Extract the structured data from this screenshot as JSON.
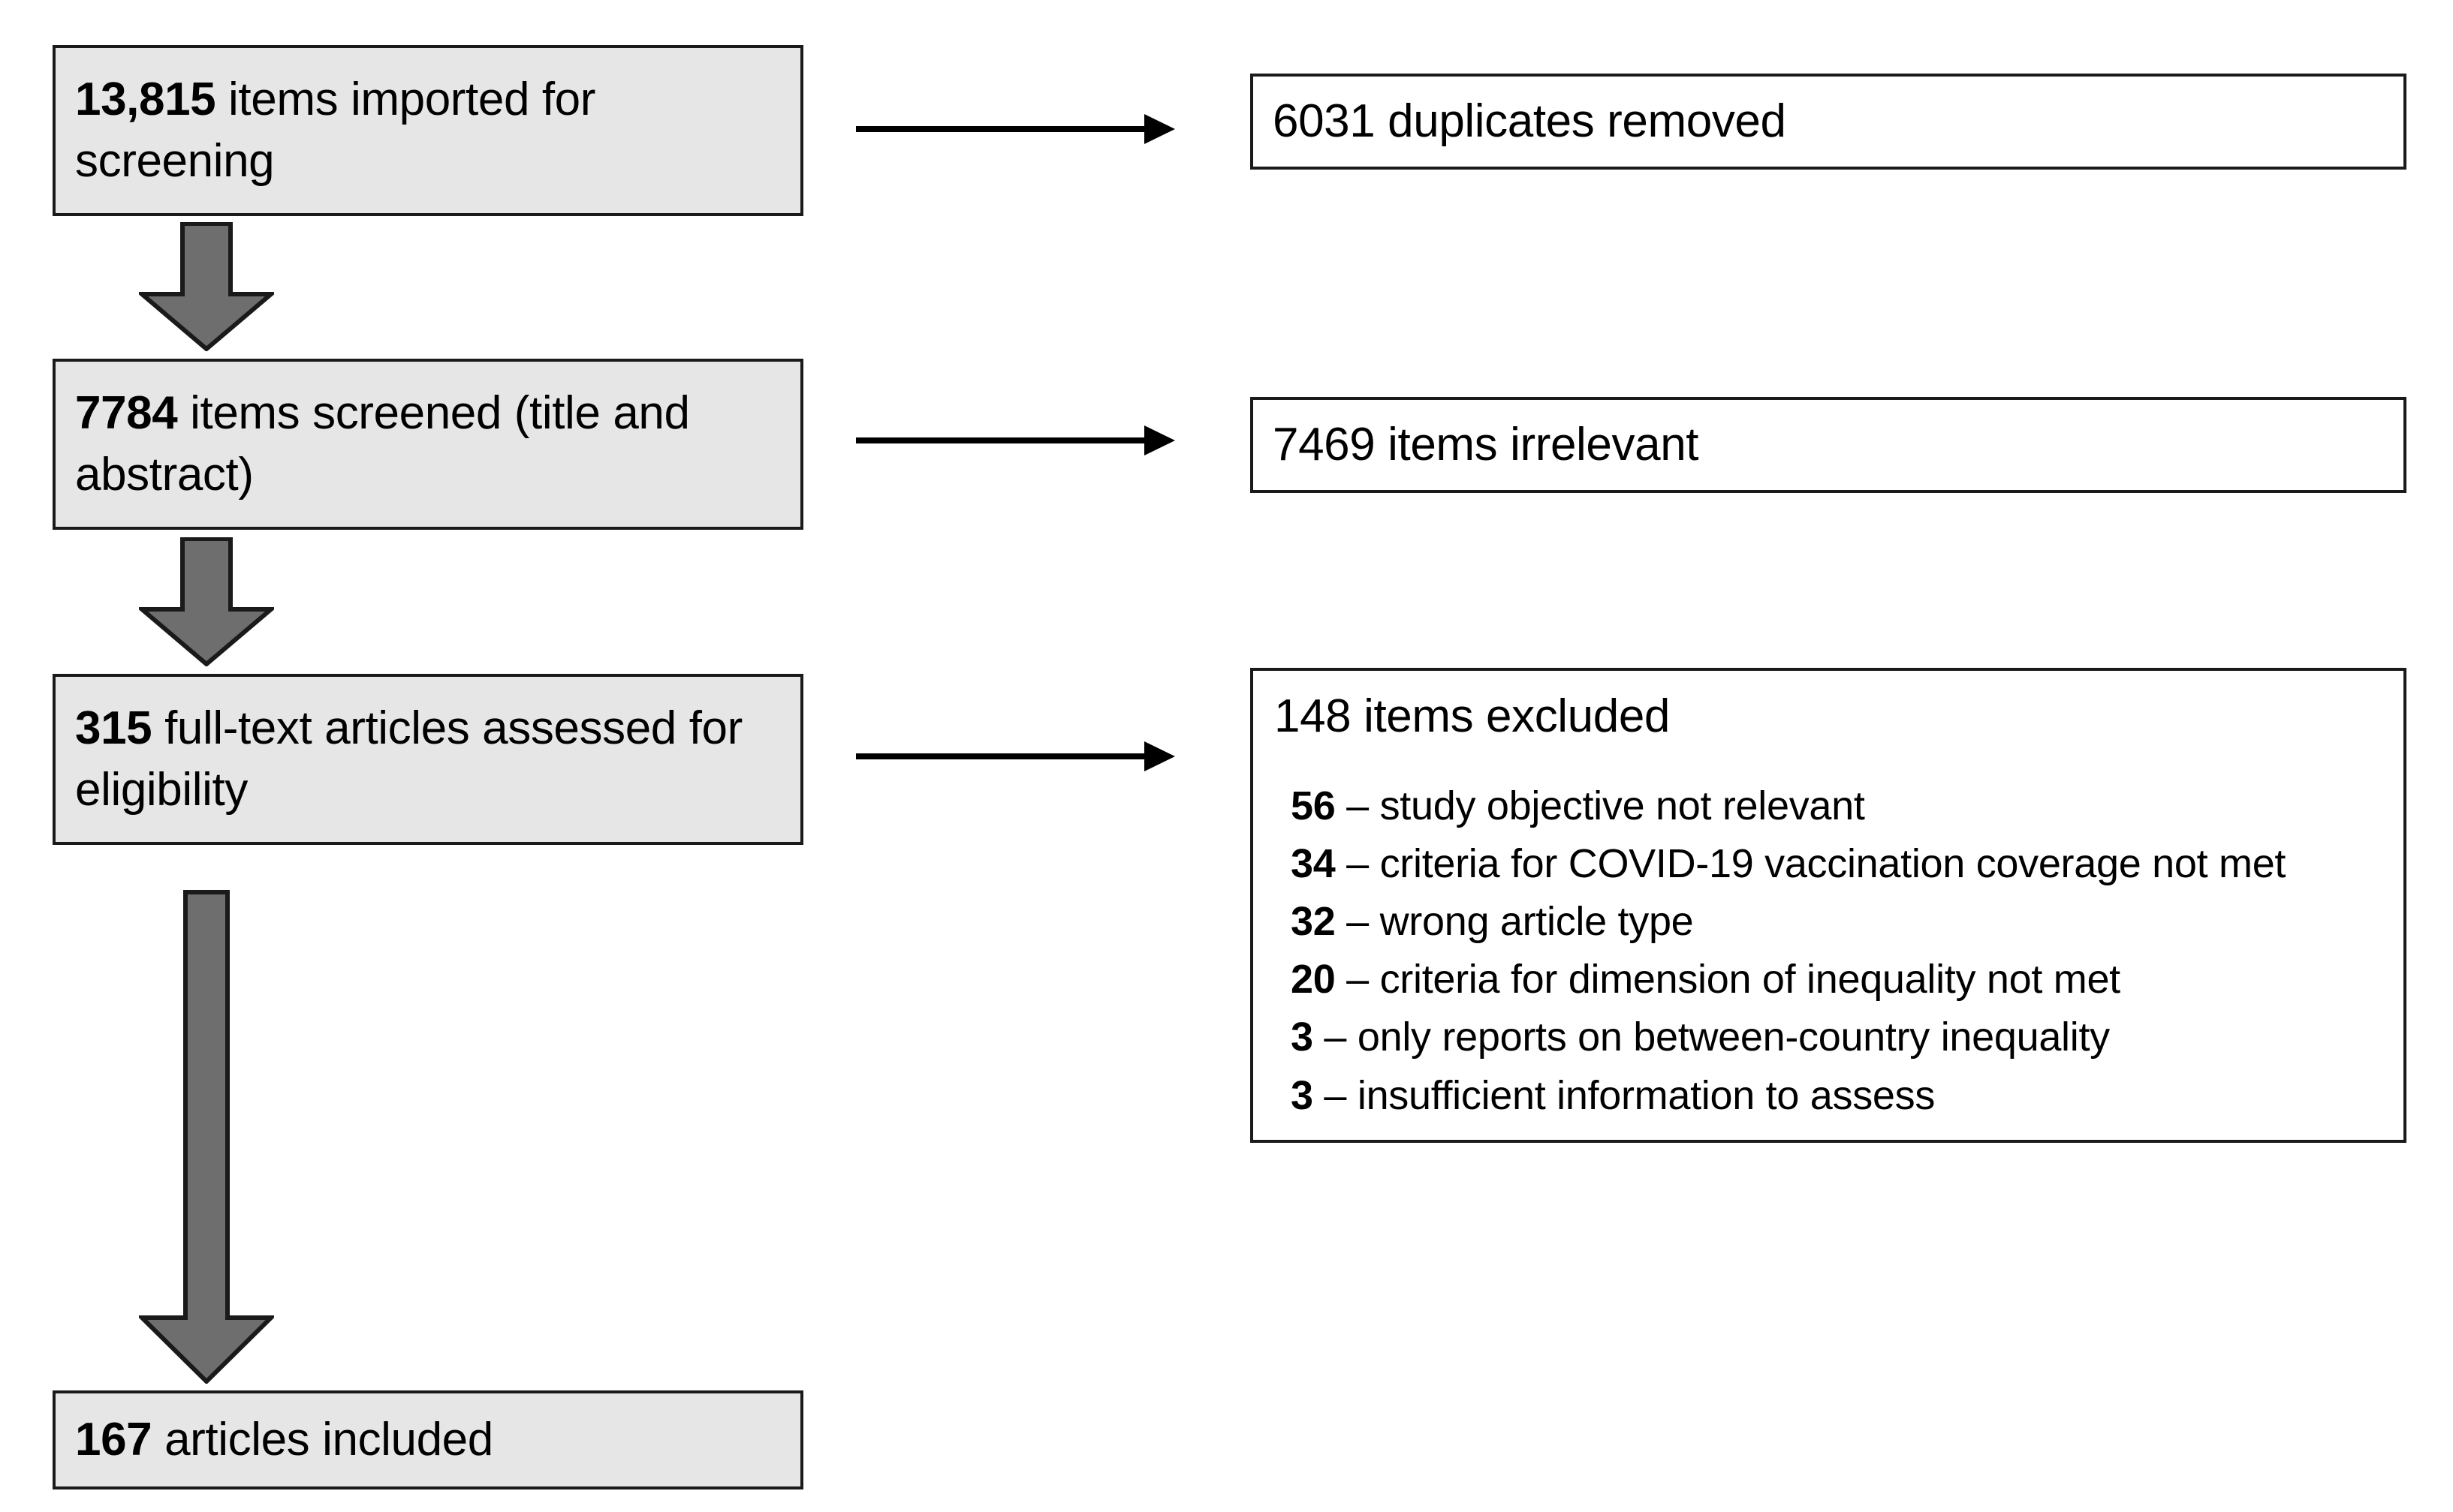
{
  "diagram": {
    "type": "prisma-flow-diagram",
    "colors": {
      "box_fill_shaded": "#e6e6e6",
      "box_fill_plain": "#ffffff",
      "box_border": "#1a1a1a",
      "arrow_thick_fill": "#6e6e6e",
      "arrow_thick_stroke": "#1a1a1a",
      "arrow_thin": "#000000",
      "text": "#000000"
    }
  },
  "stages": {
    "imported": {
      "count": "13,815",
      "label": " items imported for screening"
    },
    "screened": {
      "count": "7784",
      "label": " items screened (title and abstract)"
    },
    "fulltext": {
      "count": "315",
      "label": " full-text articles assessed for eligibility"
    },
    "included": {
      "count": "167",
      "label": " articles included"
    }
  },
  "outcomes": {
    "duplicates": {
      "count": "6031",
      "label": " duplicates removed"
    },
    "irrelevant": {
      "count": "7469",
      "label": " items irrelevant"
    },
    "excluded": {
      "count": "148",
      "label": " items excluded",
      "reasons": [
        {
          "count": "56",
          "dash": " – ",
          "text": "study objective not relevant"
        },
        {
          "count": "34",
          "dash": " – ",
          "text": "criteria for COVID-19 vaccination coverage not met"
        },
        {
          "count": "32",
          "dash": " – ",
          "text": "wrong article type"
        },
        {
          "count": "20",
          "dash": " – ",
          "text": "criteria for dimension of inequality not met"
        },
        {
          "count": "3",
          "dash": " – ",
          "text": "only reports on between-country inequality"
        },
        {
          "count": "3",
          "dash": " – ",
          "text": "insufficient information to assess"
        }
      ]
    }
  }
}
